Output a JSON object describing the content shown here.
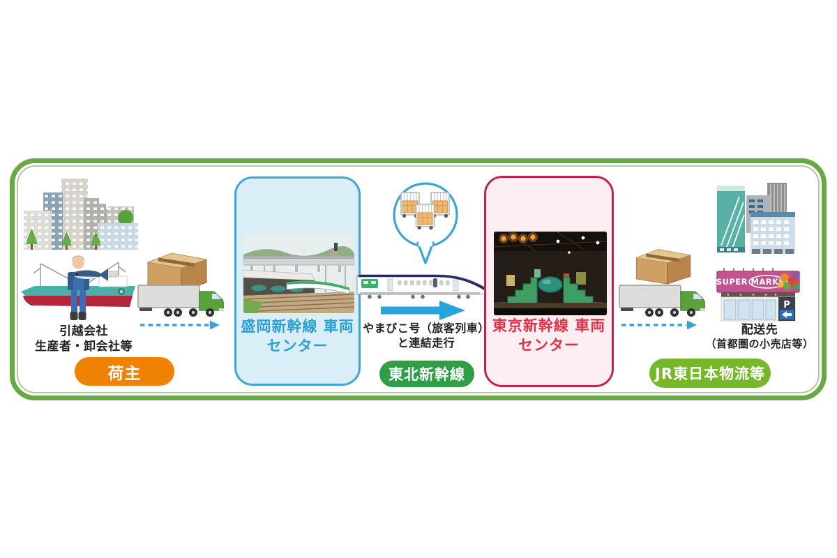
{
  "flow": {
    "origin": {
      "label_line1": "引越会社",
      "label_line2": "生産者・卸会社等",
      "badge": "荷主"
    },
    "morioka_center": {
      "name_line1": "盛岡新幹線",
      "name_line2": "車両センター"
    },
    "rail_transit": {
      "note_line1": "やまびこ号（旅客列車）",
      "note_line2": "と連結走行",
      "badge": "東北新幹線"
    },
    "tokyo_center": {
      "name_line1": "東京新幹線",
      "name_line2": "車両センター"
    },
    "destination": {
      "label_line1": "配送先",
      "label_line2": "（首都圏の小売店等）",
      "badge": "JR東日本物流等"
    }
  },
  "illustrations": {
    "supermarket_sign": "SUPER MARKET",
    "parking_sign": "P"
  },
  "colors": {
    "frame_green": "#68a944",
    "frame_inner_green": "#b2c99b",
    "badge_orange": "#ef8200",
    "badge_green_dark": "#2f9e46",
    "badge_green_light": "#76b82a",
    "panel_blue_border": "#3fa5d7",
    "panel_blue_bg": "#daeef8",
    "panel_blue_text": "#2b9fd8",
    "panel_pink_border": "#c5214e",
    "panel_pink_bg": "#fdeef2",
    "panel_pink_text": "#e23046",
    "arrow_blue": "#29a3dc"
  }
}
